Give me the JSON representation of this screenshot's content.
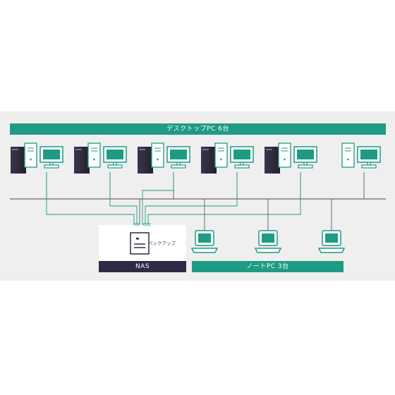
{
  "desktop_group": {
    "label": "デスクトップPC 6台"
  },
  "nas": {
    "label": "NAS",
    "backup_label": "バックアップ"
  },
  "notebook_group": {
    "label": "ノートPC 3台"
  },
  "colors": {
    "accent": "#1f9b84",
    "dark": "#2f2a45",
    "line": "#4a4a4a",
    "panel": "#efefef"
  }
}
